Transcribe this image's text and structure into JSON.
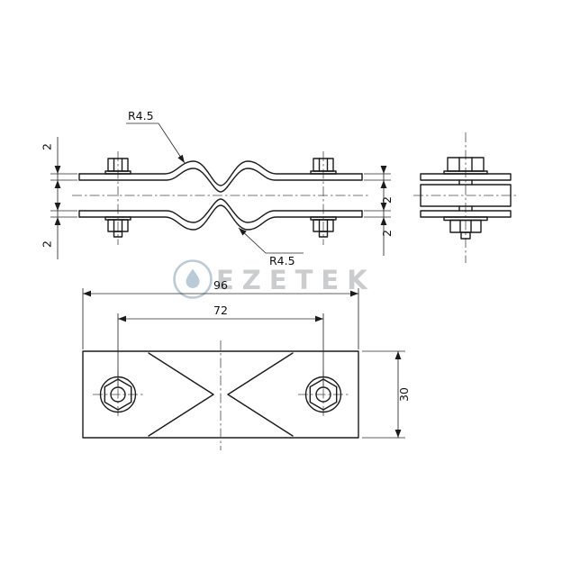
{
  "page": {
    "background": "#ffffff",
    "line_color": "#1b1b1b"
  },
  "watermark": {
    "brand": "EZETEK",
    "text_color": "#c8cacc",
    "logo_color": "#b7c8d5",
    "logo_icon": "water-drop-in-circle"
  },
  "front_view": {
    "radius_label_top": "R4.5",
    "radius_label_bottom": "R4.5",
    "plate_thickness_top_left": "2",
    "plate_thickness_bottom_left": "2",
    "plate_thickness_top_right": "2",
    "plate_thickness_bottom_right": "2"
  },
  "plan_view": {
    "overall_width": "96",
    "hole_spacing": "72",
    "plate_height": "30"
  }
}
